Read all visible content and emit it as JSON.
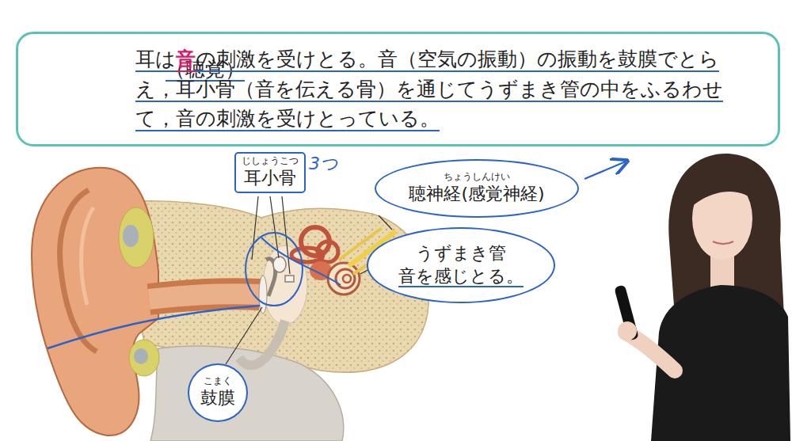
{
  "diagram": {
    "nodes": [
      {
        "text": [
          "（聴覚）",
          "耳は",
          "音",
          "の刺激を受けとる。音（空気の振動）の振動を鼓膜でとらえ，耳小骨（音を伝える骨）を通じてうずまき管の中をふるわせて，音の刺激を受けとっている。"
        ]
      },
      {
        "text": [
          "じしょうこつ",
          "耳小骨"
        ]
      },
      {
        "text": [
          "ちょうしんけい",
          "聴神経(感覚神経)"
        ]
      },
      {
        "text": [
          "うずまき管",
          "音を感じとる。"
        ]
      },
      {
        "text": [
          "こまく",
          "鼓膜"
        ]
      }
    ],
    "labels": [
      "3つ"
    ]
  }
}
